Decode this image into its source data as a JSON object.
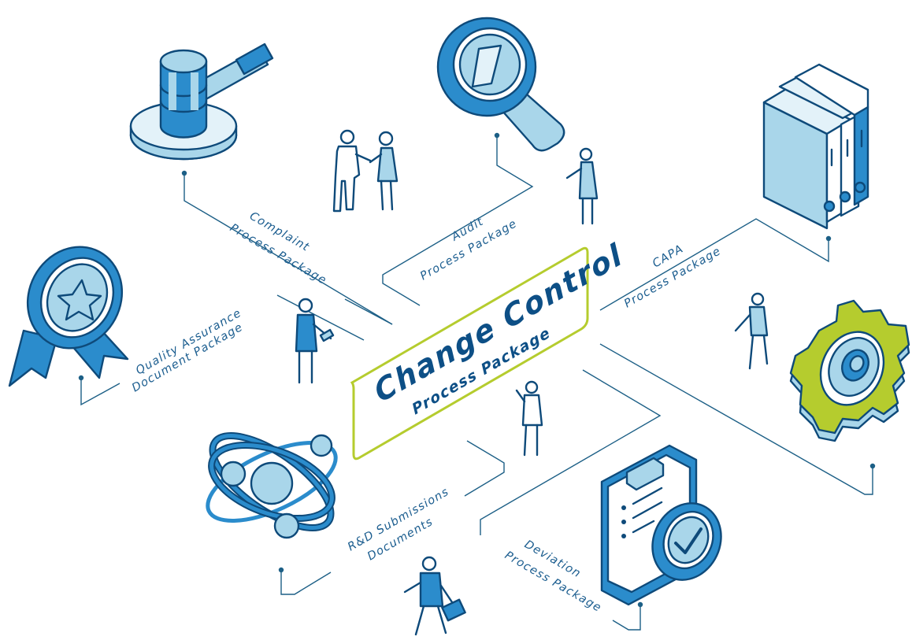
{
  "center": {
    "title": "Change Control",
    "subtitle": "Process Package"
  },
  "packages": {
    "complaint": {
      "line1": "Complaint",
      "line2": "Process Package",
      "icon": "gavel-icon"
    },
    "audit": {
      "line1": "Audit",
      "line2": "Process Package",
      "icon": "magnifier-icon"
    },
    "capa": {
      "line1": "CAPA",
      "line2": "Process Package",
      "icon": "binders-icon"
    },
    "quality": {
      "line1": "Quality Assurance",
      "line2": "Document Package",
      "icon": "award-badge-icon"
    },
    "rnd": {
      "line1": "R&D Submissions",
      "line2": "Documents",
      "icon": "atom-icon"
    },
    "deviation": {
      "line1": "Deviation",
      "line2": "Process Package",
      "icon": "clipboard-check-icon"
    },
    "gear": {
      "icon": "gear-icon"
    }
  },
  "colors": {
    "navy": "#0e4a7a",
    "blue": "#2b8ccc",
    "light_blue": "#a9d6ea",
    "lime": "#b5cc2e",
    "text": "#1b5d8f"
  }
}
